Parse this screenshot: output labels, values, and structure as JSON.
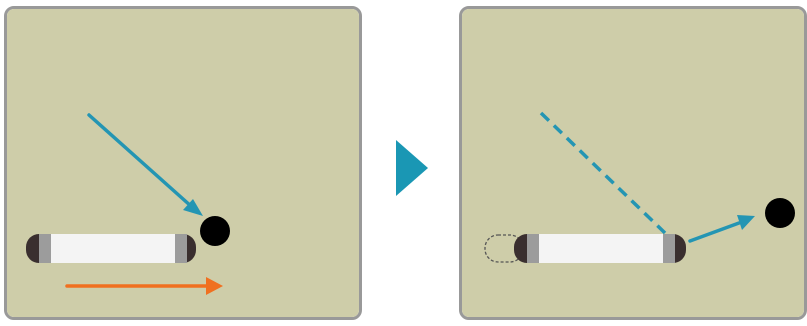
{
  "colors": {
    "panel_background": "#cecda9",
    "panel_border": "#999999",
    "step_arrow": "#1a97b4",
    "ball_path_arrow": "#2495b3",
    "paddle_motion_arrow": "#f07020",
    "ball": "#000000",
    "paddle_body": "#f4f4f4",
    "paddle_cap": "#3a2f2f",
    "paddle_band": "#9c9c9c",
    "ghost_outline": "#555555"
  },
  "icons": {
    "step_arrow": "play-triangle-icon",
    "ball": "ball-icon",
    "paddle": "paddle-icon"
  },
  "panels": [
    {
      "name": "before",
      "shows": [
        "paddle",
        "ball",
        "incoming-ball-arrow",
        "paddle-motion-arrow"
      ]
    },
    {
      "name": "after",
      "shows": [
        "paddle-ghost",
        "paddle",
        "ball",
        "incoming-ball-trail",
        "deflected-ball-arrow"
      ]
    }
  ]
}
